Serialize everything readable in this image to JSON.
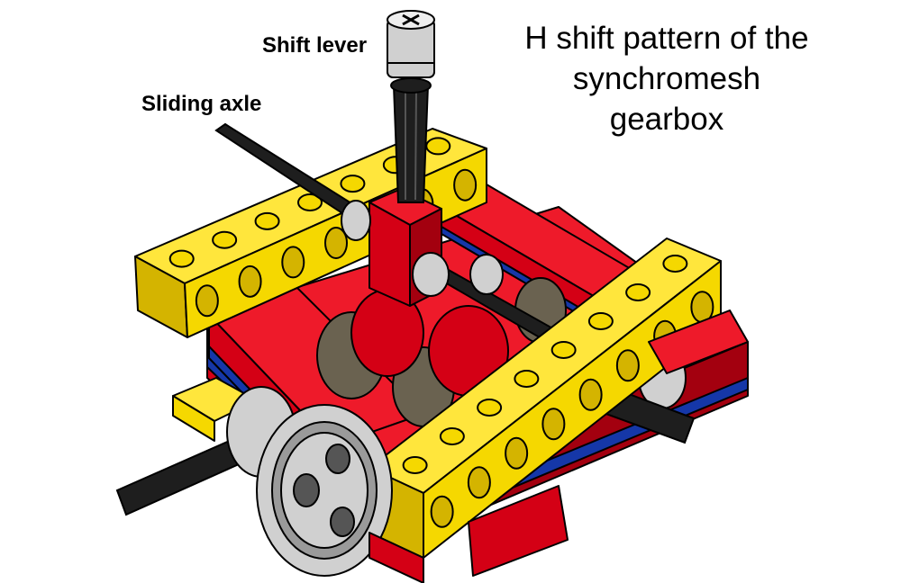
{
  "title_lines": [
    "H shift pattern of the",
    "synchromesh",
    "gearbox"
  ],
  "labels": {
    "shift_lever": "Shift lever",
    "sliding_axle": "Sliding axle"
  },
  "colors": {
    "yellow": "#f5d800",
    "yellow_dark": "#d4b400",
    "yellow_top": "#ffe63c",
    "red": "#d40015",
    "red_dark": "#a3000f",
    "red_top": "#ee1a2a",
    "blue": "#1537a8",
    "axle": "#1e1e1e",
    "gear_grey": "#d0d0d0",
    "gear_dark": "#6a6250",
    "outline": "#000000"
  }
}
